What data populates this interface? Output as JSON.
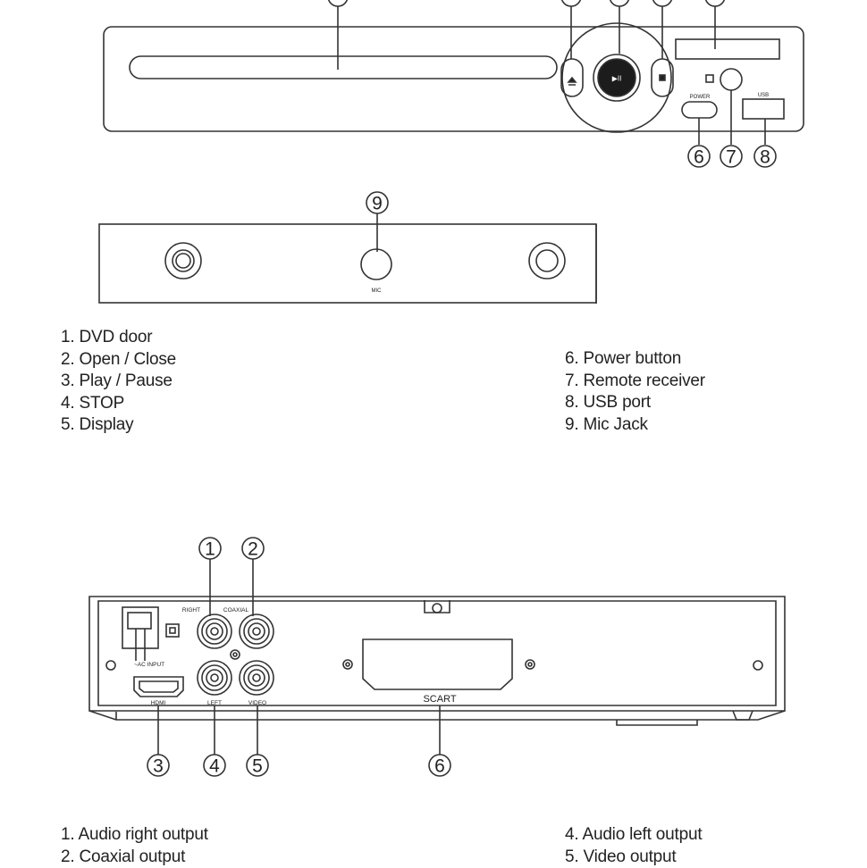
{
  "callouts": {
    "front": [
      "6",
      "7",
      "8"
    ],
    "side": [
      "9"
    ],
    "rear": [
      "1",
      "2",
      "3",
      "4",
      "5",
      "6"
    ]
  },
  "panel_labels": {
    "power": "POWER",
    "usb": "USB",
    "mic": "MIC",
    "right": "RIGHT",
    "coaxial": "COAXIAL",
    "ac_input": "~AC INPUT",
    "hdmi": "HDMI",
    "left": "LEFT",
    "video": "VIDEO",
    "scart": "SCART",
    "play_pause_glyph": "▶II"
  },
  "front_legend": {
    "left": [
      "1. DVD door",
      "2. Open / Close",
      "3. Play / Pause",
      "4. STOP",
      "5. Display"
    ],
    "right": [
      "6. Power button",
      "7. Remote receiver",
      "8. USB port",
      "9. Mic Jack"
    ]
  },
  "rear_legend": {
    "left": [
      "1. Audio right output",
      "2. Coaxial output"
    ],
    "right": [
      "4. Audio left output",
      "5. Video output"
    ]
  }
}
